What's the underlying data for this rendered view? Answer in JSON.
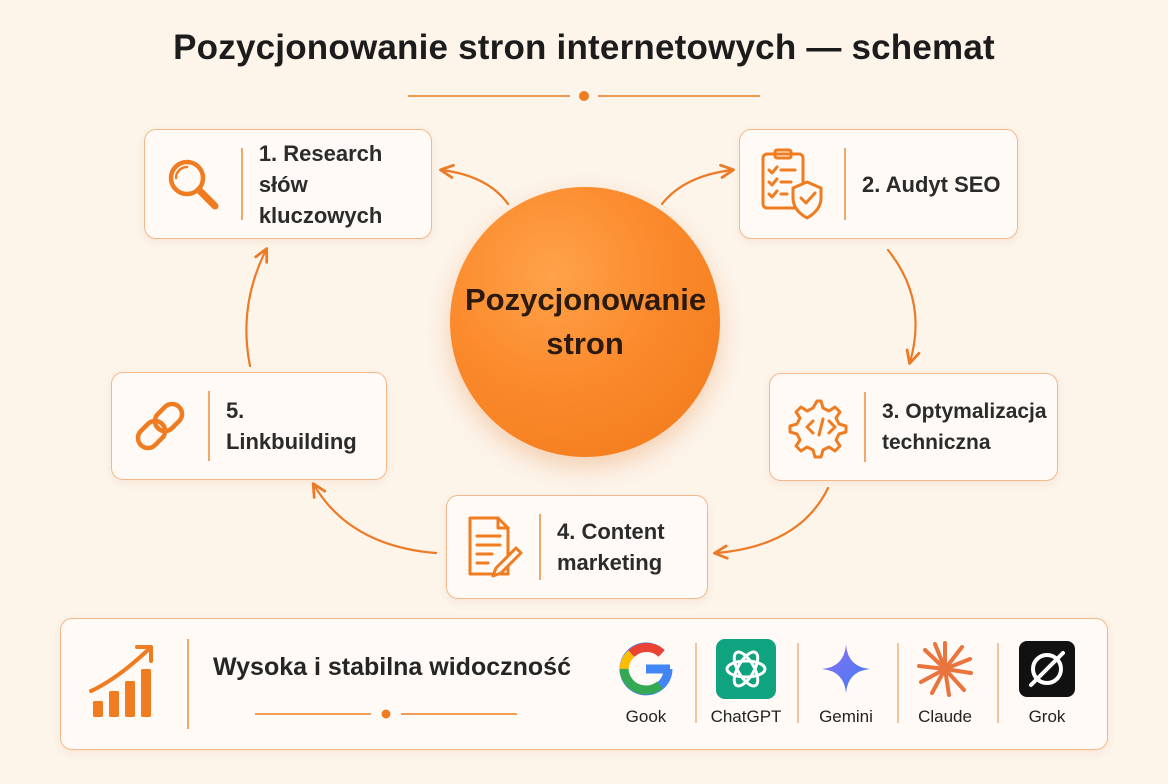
{
  "title": "Pozycjonowanie stron internetowych — schemat",
  "center": {
    "line1": "Pozycjonowanie",
    "line2": "stron"
  },
  "steps": [
    {
      "line1": "1. Research",
      "line2": "słów kluczowych",
      "icon": "magnifier-icon"
    },
    {
      "line1": "2. Audyt SEO",
      "line2": "",
      "icon": "checklist-shield-icon"
    },
    {
      "line1": "3. Optymalizacja",
      "line2": "techniczna",
      "icon": "gear-code-icon"
    },
    {
      "line1": "4. Content",
      "line2": "marketing",
      "icon": "document-pencil-icon"
    },
    {
      "line1": "5. Linkbuilding",
      "line2": "",
      "icon": "chain-link-icon"
    }
  ],
  "goal": {
    "label": "Wysoka i stabilna widoczność",
    "icon": "rising-bar-chart-icon"
  },
  "ai_tools": [
    {
      "name": "Gook",
      "icon": "google-g-icon"
    },
    {
      "name": "ChatGPT",
      "icon": "chatgpt-knot-icon"
    },
    {
      "name": "Gemini",
      "icon": "gemini-sparkle-icon"
    },
    {
      "name": "Claude",
      "icon": "claude-starburst-icon"
    },
    {
      "name": "Grok",
      "icon": "grok-slash-icon"
    }
  ],
  "colors": {
    "accent": "#f07c22",
    "background": "#fdf4ea",
    "card": "#fffaf5",
    "border": "#f3b98a",
    "text": "#1f1f1f"
  }
}
